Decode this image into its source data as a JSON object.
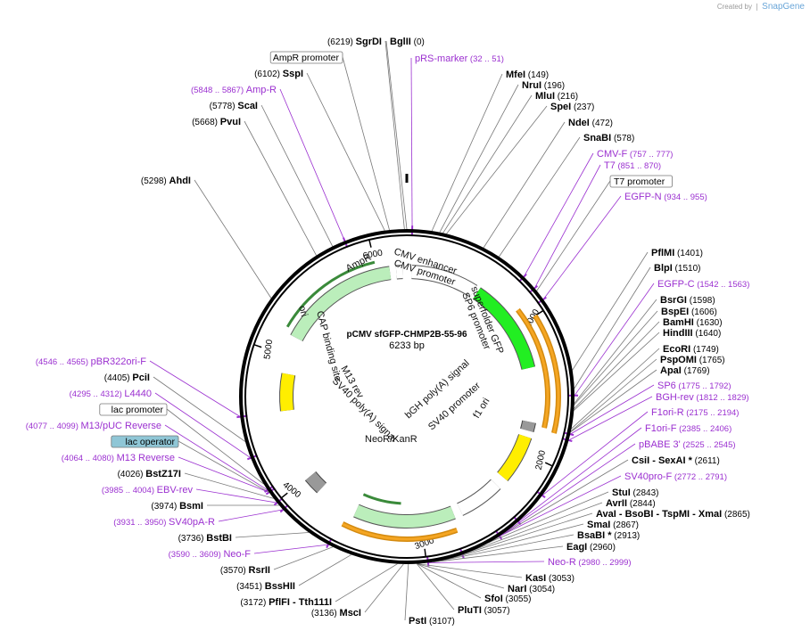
{
  "credit": {
    "prefix": "Created by",
    "brand": "SnapGene"
  },
  "plasmid": {
    "name": "pCMV sfGFP-CHMP2B-55-96",
    "size_label": "6233 bp",
    "length": 6233
  },
  "scale_ticks": [
    "1000",
    "2000",
    "3000",
    "4000",
    "5000",
    "6000"
  ],
  "colors": {
    "primer": "#9b30d0",
    "feature_promoter": "#ffffff",
    "origin": "#ffee00",
    "gfp": "#22ee22",
    "marker": "#bbeebb",
    "orf": "#f5a623",
    "terminator": "#999999"
  },
  "labels": [
    {
      "pos": "(0)",
      "name": "BglII",
      "kind": "enzyme"
    },
    {
      "pos": "(32 .. 51)",
      "name": "pRS-marker",
      "kind": "primer"
    },
    {
      "pos": "(149)",
      "name": "MfeI",
      "kind": "enzyme"
    },
    {
      "pos": "(196)",
      "name": "NruI",
      "kind": "enzyme"
    },
    {
      "pos": "(216)",
      "name": "MluI",
      "kind": "enzyme"
    },
    {
      "pos": "(237)",
      "name": "SpeI",
      "kind": "enzyme"
    },
    {
      "pos": "(472)",
      "name": "NdeI",
      "kind": "enzyme"
    },
    {
      "pos": "(578)",
      "name": "SnaBI",
      "kind": "enzyme"
    },
    {
      "pos": "(757 .. 777)",
      "name": "CMV-F",
      "kind": "primer"
    },
    {
      "pos": "(851 .. 870)",
      "name": "T7",
      "kind": "primer"
    },
    {
      "pos": "",
      "name": "T7 promoter",
      "kind": "boxed"
    },
    {
      "pos": "(934 .. 955)",
      "name": "EGFP-N",
      "kind": "primer"
    },
    {
      "pos": "(1401)",
      "name": "PflMI",
      "kind": "enzyme"
    },
    {
      "pos": "(1510)",
      "name": "BlpI",
      "kind": "enzyme"
    },
    {
      "pos": "(1542 .. 1563)",
      "name": "EGFP-C",
      "kind": "primer"
    },
    {
      "pos": "(1598)",
      "name": "BsrGI",
      "kind": "enzyme"
    },
    {
      "pos": "(1606)",
      "name": "BspEI",
      "kind": "enzyme"
    },
    {
      "pos": "(1630)",
      "name": "BamHI",
      "kind": "enzyme"
    },
    {
      "pos": "(1640)",
      "name": "HindIII",
      "kind": "enzyme"
    },
    {
      "pos": "(1749)",
      "name": "EcoRI",
      "kind": "enzyme"
    },
    {
      "pos": "(1765)",
      "name": "PspOMI",
      "kind": "enzyme"
    },
    {
      "pos": "(1769)",
      "name": "ApaI",
      "kind": "enzyme"
    },
    {
      "pos": "(1775 .. 1792)",
      "name": "SP6",
      "kind": "primer"
    },
    {
      "pos": "(1812 .. 1829)",
      "name": "BGH-rev",
      "kind": "primer"
    },
    {
      "pos": "(2175 .. 2194)",
      "name": "F1ori-R",
      "kind": "primer"
    },
    {
      "pos": "(2385 .. 2406)",
      "name": "F1ori-F",
      "kind": "primer"
    },
    {
      "pos": "(2525 .. 2545)",
      "name": "pBABE 3'",
      "kind": "primer"
    },
    {
      "pos": "(2611)",
      "name": "CsiI  - SexAI *",
      "kind": "enzyme"
    },
    {
      "pos": "(2772 .. 2791)",
      "name": "SV40pro-F",
      "kind": "primer"
    },
    {
      "pos": "(2843)",
      "name": "StuI",
      "kind": "enzyme"
    },
    {
      "pos": "(2844)",
      "name": "AvrII",
      "kind": "enzyme"
    },
    {
      "pos": "(2865)",
      "name": "AvaI  - BsoBI  - TspMI  - XmaI",
      "kind": "enzyme"
    },
    {
      "pos": "(2867)",
      "name": "SmaI",
      "kind": "enzyme"
    },
    {
      "pos": "(2913)",
      "name": "BsaBI *",
      "kind": "enzyme"
    },
    {
      "pos": "(2960)",
      "name": "EagI",
      "kind": "enzyme"
    },
    {
      "pos": "(2980 .. 2999)",
      "name": "Neo-R",
      "kind": "primer"
    },
    {
      "pos": "(3053)",
      "name": "KasI",
      "kind": "enzyme"
    },
    {
      "pos": "(3054)",
      "name": "NarI",
      "kind": "enzyme"
    },
    {
      "pos": "(3055)",
      "name": "SfoI",
      "kind": "enzyme"
    },
    {
      "pos": "(3057)",
      "name": "PluTI",
      "kind": "enzyme"
    },
    {
      "pos": "(3107)",
      "name": "PstI",
      "kind": "enzyme"
    },
    {
      "pos": "(3136)",
      "name": "MscI",
      "kind": "enzyme"
    },
    {
      "pos": "(3172)",
      "name": "PflFI  - Tth111I",
      "kind": "enzyme"
    },
    {
      "pos": "(3451)",
      "name": "BssHII",
      "kind": "enzyme"
    },
    {
      "pos": "(3570)",
      "name": "RsrII",
      "kind": "enzyme"
    },
    {
      "pos": "(3590 .. 3609)",
      "name": "Neo-F",
      "kind": "primer"
    },
    {
      "pos": "(3736)",
      "name": "BstBI",
      "kind": "enzyme"
    },
    {
      "pos": "(3931 .. 3950)",
      "name": "SV40pA-R",
      "kind": "primer"
    },
    {
      "pos": "(3974)",
      "name": "BsmI",
      "kind": "enzyme"
    },
    {
      "pos": "(3985 .. 4004)",
      "name": "EBV-rev",
      "kind": "primer"
    },
    {
      "pos": "(4026)",
      "name": "BstZ17I",
      "kind": "enzyme"
    },
    {
      "pos": "(4064 .. 4080)",
      "name": "M13 Reverse",
      "kind": "primer"
    },
    {
      "pos": "",
      "name": "lac operator",
      "kind": "boxed-blue"
    },
    {
      "pos": "(4077 .. 4099)",
      "name": "M13/pUC Reverse",
      "kind": "primer"
    },
    {
      "pos": "",
      "name": "lac promoter",
      "kind": "boxed"
    },
    {
      "pos": "(4295 .. 4312)",
      "name": "L4440",
      "kind": "primer"
    },
    {
      "pos": "(4405)",
      "name": "PciI",
      "kind": "enzyme"
    },
    {
      "pos": "(4546 .. 4565)",
      "name": "pBR322ori-F",
      "kind": "primer"
    },
    {
      "pos": "(5298)",
      "name": "AhdI",
      "kind": "enzyme"
    },
    {
      "pos": "(5668)",
      "name": "PvuI",
      "kind": "enzyme"
    },
    {
      "pos": "(5778)",
      "name": "ScaI",
      "kind": "enzyme"
    },
    {
      "pos": "(5848 .. 5867)",
      "name": "Amp-R",
      "kind": "primer"
    },
    {
      "pos": "(6102)",
      "name": "SspI",
      "kind": "enzyme"
    },
    {
      "pos": "",
      "name": "AmpR promoter",
      "kind": "boxed"
    },
    {
      "pos": "(6219)",
      "name": "SgrDI",
      "kind": "enzyme"
    }
  ],
  "features": [
    {
      "name": "CMV enhancer",
      "kind": "promoter"
    },
    {
      "name": "CMV promoter",
      "kind": "promoter"
    },
    {
      "name": "superfolder GFP",
      "kind": "gfp"
    },
    {
      "name": "SP6 promoter",
      "kind": "promoter"
    },
    {
      "name": "bGH poly(A) signal",
      "kind": "terminator"
    },
    {
      "name": "f1 ori",
      "kind": "origin"
    },
    {
      "name": "SV40 promoter",
      "kind": "promoter"
    },
    {
      "name": "NeoR/KanR",
      "kind": "marker"
    },
    {
      "name": "SV40 poly(A) signal",
      "kind": "terminator"
    },
    {
      "name": "M13 rev",
      "kind": "primer"
    },
    {
      "name": "CAP binding site",
      "kind": "feature"
    },
    {
      "name": "ori",
      "kind": "origin"
    },
    {
      "name": "AmpR",
      "kind": "marker"
    }
  ]
}
